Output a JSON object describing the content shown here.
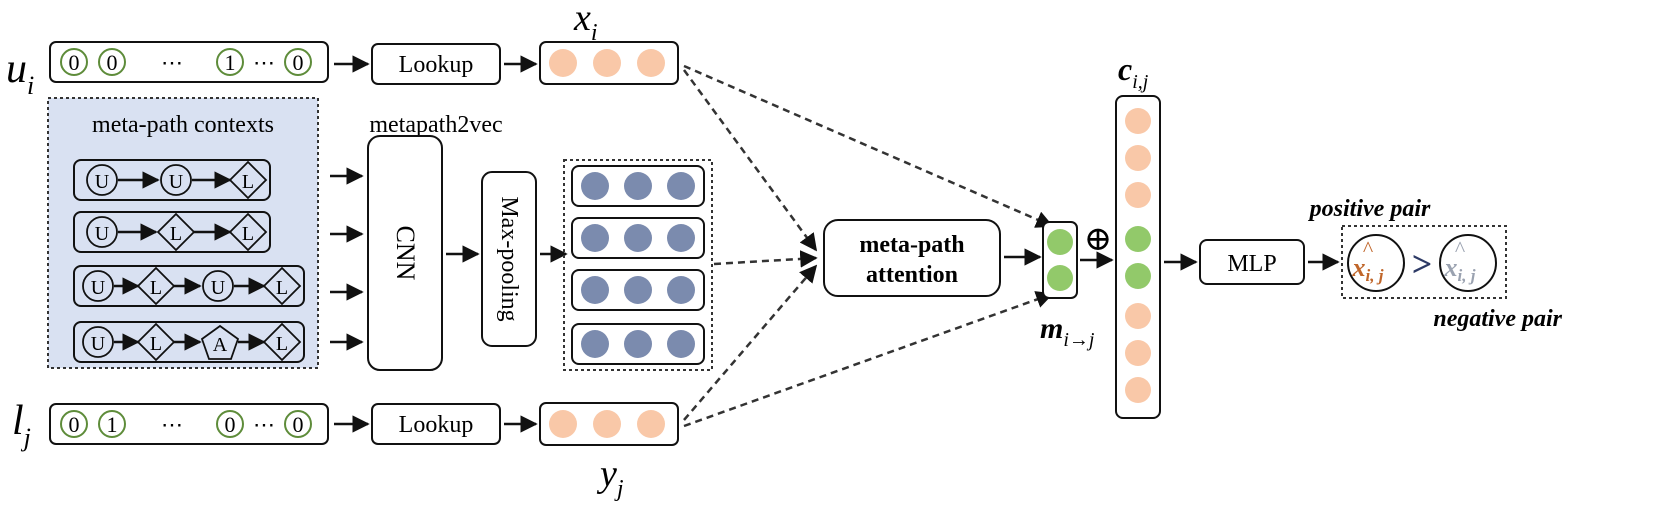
{
  "user": {
    "symbol": "u",
    "subscript": "i",
    "one_hot": {
      "first": "0",
      "second": "0",
      "ellipsis1": "⋯",
      "hot": "1",
      "ellipsis2": "⋯",
      "last": "0"
    }
  },
  "location": {
    "symbol": "l",
    "subscript": "j",
    "one_hot": {
      "first": "0",
      "second": "1",
      "ellipsis1": "⋯",
      "hot": "0",
      "ellipsis2": "⋯",
      "last": "0"
    }
  },
  "lookup_label": "Lookup",
  "x_embedding": {
    "symbol": "x",
    "subscript": "i"
  },
  "y_embedding": {
    "symbol": "y",
    "subscript": "j"
  },
  "contexts": {
    "title": "meta-path contexts",
    "paths": [
      [
        "U",
        "U",
        "L"
      ],
      [
        "U",
        "L",
        "L"
      ],
      [
        "U",
        "L",
        "U",
        "L"
      ],
      [
        "U",
        "L",
        "A",
        "L"
      ]
    ]
  },
  "metapath2vec_label": "metapath2vec",
  "cnn_label": "CNN",
  "maxpool_label": "Max-pooling",
  "attention": {
    "line1": "meta-path",
    "line2": "attention"
  },
  "m_vector": {
    "symbol": "m",
    "subscript": "i→j"
  },
  "combine_symbol": "⊕",
  "c_vector": {
    "symbol": "c",
    "subscript": "i,j"
  },
  "mlp_label": "MLP",
  "output": {
    "positive_label": "positive pair",
    "negative_label": "negative pair",
    "symbol": "x",
    "subscript": "i, j",
    "hat": "^",
    "compare": ">"
  },
  "colors": {
    "peach": "#F9C8A8",
    "slate": "#7B8BAE",
    "green": "#92C96A",
    "ring_green": "#5E8C3A",
    "panel_bg": "#D9E1F2",
    "pos_orange": "#C0662A",
    "neg_gray": "#9AA2B0",
    "compare_navy": "#2D3A66"
  }
}
